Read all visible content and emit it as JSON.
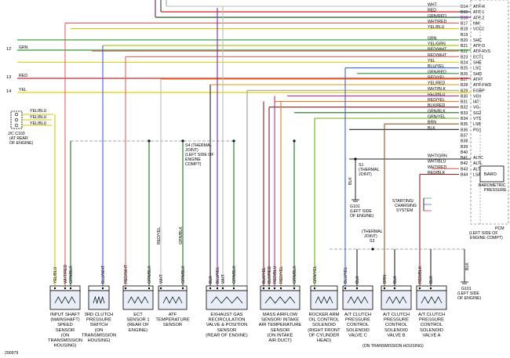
{
  "diagram_id": "290979",
  "pcm": {
    "pins": [
      {
        "pin": "B14",
        "func": "ATP-R",
        "wire": "WHT",
        "color": "#bbbbbb"
      },
      {
        "pin": "B15",
        "func": "ATP-1",
        "wire": "RED",
        "color": "#e02020"
      },
      {
        "pin": "B16",
        "func": "ATP-2",
        "wire": "GRN/RED",
        "color": "#2a9a2a"
      },
      {
        "pin": "B17",
        "func": "NM",
        "wire": "WHT/RED",
        "color": "#e56060"
      },
      {
        "pin": "B18",
        "func": "VCC2",
        "wire": "YEL/BLU",
        "color": "#d8c800"
      },
      {
        "pin": "B19",
        "func": "",
        "wire": "",
        "color": ""
      },
      {
        "pin": "B20",
        "func": "SHC",
        "wire": "GRN",
        "color": "#2a9a2a"
      },
      {
        "pin": "B21",
        "func": "ATP-D",
        "wire": "YEL/GRN",
        "color": "#9bc400"
      },
      {
        "pin": "B22",
        "func": "ATP-RVS",
        "wire": "RED/WHT",
        "color": "#e56060"
      },
      {
        "pin": "B23",
        "func": "ECT1",
        "wire": "RED/WHT",
        "color": "#e56060"
      },
      {
        "pin": "B24",
        "func": "SHE",
        "wire": "YEL",
        "color": "#e6d000"
      },
      {
        "pin": "B25",
        "func": "LSC",
        "wire": "BLU/YEL",
        "color": "#4060d0"
      },
      {
        "pin": "B26",
        "func": "SHD",
        "wire": "GRN/RED",
        "color": "#2a9a2a"
      },
      {
        "pin": "B27",
        "func": "ATFT",
        "wire": "RED/YEL",
        "color": "#e87a20"
      },
      {
        "pin": "B28",
        "func": "ATP-FWD",
        "wire": "YEL/RED",
        "color": "#e8a020"
      },
      {
        "pin": "B29",
        "func": "EGRP",
        "wire": "WHT/BLK",
        "color": "#999999"
      },
      {
        "pin": "B30",
        "func": "VG+",
        "wire": "RED/BLU",
        "color": "#c03090"
      },
      {
        "pin": "B31",
        "func": "IAT",
        "wire": "RED/YEL",
        "color": "#e87a20"
      },
      {
        "pin": "B32",
        "func": "VG-",
        "wire": "BLK/RED",
        "color": "#802020"
      },
      {
        "pin": "B33",
        "func": "SG2",
        "wire": "GRN/BLK",
        "color": "#1f6b1f"
      },
      {
        "pin": "B34",
        "func": "VTS",
        "wire": "GRN/YEL",
        "color": "#6aaa20"
      },
      {
        "pin": "B35",
        "func": "LSB",
        "wire": "BRN",
        "color": "#8a5a1a"
      },
      {
        "pin": "B36",
        "func": "PG1",
        "wire": "BLK",
        "color": "#222222"
      },
      {
        "pin": "B37",
        "func": "",
        "wire": "",
        "color": ""
      },
      {
        "pin": "B38",
        "func": "",
        "wire": "",
        "color": ""
      },
      {
        "pin": "B39",
        "func": "",
        "wire": "",
        "color": ""
      },
      {
        "pin": "B40",
        "func": "",
        "wire": "",
        "color": ""
      },
      {
        "pin": "B41",
        "func": "ALTC",
        "wire": "WHT/GRN",
        "color": "#7ab87a"
      },
      {
        "pin": "B42",
        "func": "ALTL",
        "wire": "WHT/BLU",
        "color": "#7090e0"
      },
      {
        "pin": "B43",
        "func": "ALTF",
        "wire": "WHT/RED",
        "color": "#e56060"
      },
      {
        "pin": "B44",
        "func": "LSA",
        "wire": "RED/BLK",
        "color": "#a01818"
      }
    ],
    "baro_label": "BARO",
    "baro_desc": [
      "BAROMETRIC",
      "PRESSURE"
    ],
    "caption": [
      "PCM",
      "(LEFT SIDE OF",
      "ENGINE COMPT)"
    ]
  },
  "left_wires": [
    {
      "num": "12",
      "wire": "GRN",
      "color": "#2a9a2a"
    },
    {
      "num": "13",
      "wire": "RED",
      "color": "#e02020"
    },
    {
      "num": "14",
      "wire": "YEL",
      "color": "#e6d000"
    }
  ],
  "jc": {
    "title": "J/C C103",
    "caption": [
      "(AT REAR",
      "OF ENGINE)"
    ],
    "wires": [
      "YEL/BLU",
      "YEL/BLU",
      "YEL/BLU"
    ]
  },
  "notes": {
    "s4": [
      "S4 (THERMAL",
      "JOINT)",
      "(LEFT SIDE OF",
      "ENGINE",
      "COMPT)"
    ],
    "s1": [
      "S1",
      "(THERMAL",
      "JOINT)"
    ],
    "g101_upper": [
      "G101",
      "(LEFT SIDE",
      "OF ENGINE)"
    ],
    "starting": [
      "STARTING/",
      "CHARGING",
      "SYSTEM"
    ],
    "s3": [
      "(THERMAL",
      "JOINT)",
      "S3"
    ],
    "g101_lower": [
      "G101",
      "(LEFT SIDE",
      "OF ENGINE)"
    ],
    "blk": "BLK",
    "transmission_housing": "(ON TRANSMISSION HOUSING)"
  },
  "components": [
    {
      "id": "iss",
      "wires": [
        "YEL/BLU",
        "WHT/RED",
        "GRN/BLK"
      ],
      "name": [
        "INPUT SHAFT",
        "(MAINSHAFT)",
        "SPEED",
        "SENSOR",
        "(ON",
        "TRANSMISSION",
        "HOUSING)"
      ]
    },
    {
      "id": "cps",
      "wires": [
        "BLU/WHT"
      ],
      "name": [
        "3RD CLUTCH",
        "PRESSURE",
        "SWITCH",
        "(ON",
        "TRANSMISSION",
        "HOUSING)"
      ]
    },
    {
      "id": "ect",
      "wires": [
        "RED/WHT",
        "GRN/BLK"
      ],
      "name": [
        "ECT",
        "SENSOR 1",
        "(REAR OF",
        "ENGINE)"
      ]
    },
    {
      "id": "atf",
      "wires": [
        "WHT",
        "GRN/BLK"
      ],
      "name": [
        "ATF",
        "TEMPERATURE",
        "SENSOR"
      ]
    },
    {
      "id": "egr",
      "wires": [
        "BLK",
        "BLU/YEL",
        "WHT",
        "GRN/BLK"
      ],
      "name": [
        "EXHAUST GAS",
        "RECIRCULATION",
        "VALVE & POSITION",
        "SENSOR",
        "(REAR OF ENGINE)"
      ]
    },
    {
      "id": "maf",
      "wires": [
        "BLK/YEL",
        "BLK/RED",
        "RED/BLU",
        "RED/YEL",
        "GRN/BLK"
      ],
      "name": [
        "MASS AIRFLOW",
        "SENSOR/ INTAKE",
        "AIR TEMPERATURE",
        "SENSOR",
        "(ON INTAKE",
        "AIR DUCT)"
      ]
    },
    {
      "id": "rocker",
      "wires": [
        "GRN/YEL"
      ],
      "name": [
        "ROCKER ARM",
        "OIL CONTROL",
        "SOLENOID",
        "(RIGHT FRONT",
        "OF CYLINDER",
        "HEAD)"
      ]
    },
    {
      "id": "solc",
      "wires": [
        "BLU/YEL",
        "BLK"
      ],
      "name": [
        "A/T CLUTCH",
        "PRESSURE",
        "CONTROL",
        "SOLENOID",
        "VALVE C"
      ]
    },
    {
      "id": "solb",
      "wires": [
        "BRN",
        "BLK"
      ],
      "name": [
        "A/T CLUTCH",
        "PRESSURE",
        "CONTROL",
        "SOLENOID",
        "VALVE B"
      ]
    },
    {
      "id": "sola",
      "wires": [
        "RED/BLK",
        "BLK"
      ],
      "name": [
        "A/T CLUTCH",
        "PRESSURE",
        "CONTROL",
        "SOLENOID",
        "VALVE A"
      ]
    }
  ],
  "aux_wire_labels": {
    "red_yel_b31": "RED/YEL",
    "red_yel_up": "RED/YEL",
    "grn_blk_up": "GRN/BLK",
    "blk_s1": "BLK",
    "blk_g101": "BLK"
  }
}
